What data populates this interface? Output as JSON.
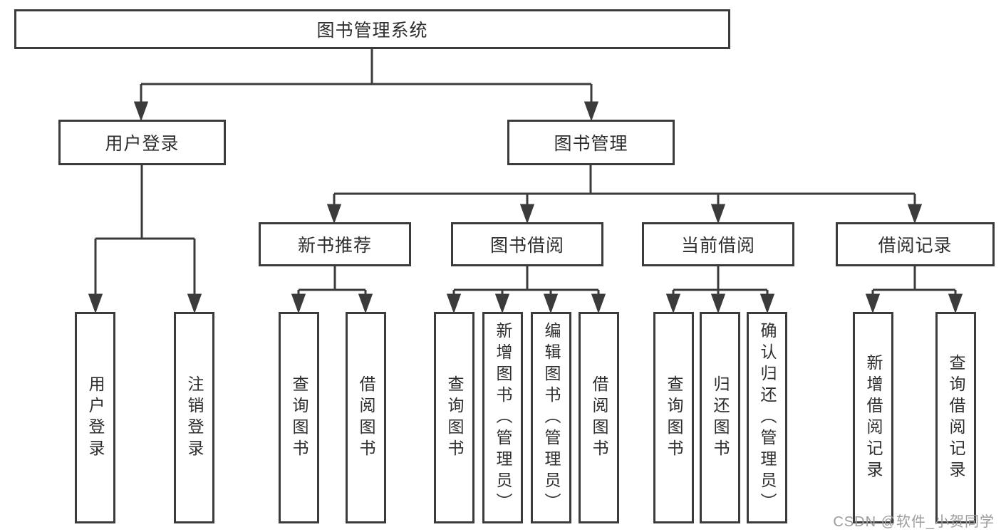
{
  "diagram_title": "图书管理系统",
  "tree": {
    "root": {
      "label": "图书管理系统",
      "children": [
        {
          "label": "用户登录",
          "children": [
            {
              "label": "用户登录"
            },
            {
              "label": "注销登录"
            }
          ]
        },
        {
          "label": "图书管理",
          "children": [
            {
              "label": "新书推荐",
              "children": [
                {
                  "label": "查询图书"
                },
                {
                  "label": "借阅图书"
                }
              ]
            },
            {
              "label": "图书借阅",
              "children": [
                {
                  "label": "查询图书"
                },
                {
                  "label": "新增图书（管理员）"
                },
                {
                  "label": "编辑图书（管理员）"
                },
                {
                  "label": "借阅图书"
                }
              ]
            },
            {
              "label": "当前借阅",
              "children": [
                {
                  "label": "查询图书"
                },
                {
                  "label": "归还图书"
                },
                {
                  "label": "确认归还（管理员）"
                }
              ]
            },
            {
              "label": "借阅记录",
              "children": [
                {
                  "label": "新增借阅记录"
                },
                {
                  "label": "查询借阅记录"
                }
              ]
            }
          ]
        }
      ]
    }
  },
  "watermark": {
    "text": "CSDN @软件_小贺同学"
  },
  "colors": {
    "line": "#3b3b3b",
    "text": "#2e2e2e",
    "box_background": "#ffffff",
    "watermark": "#9c9c9c",
    "background": "#ffffff"
  }
}
